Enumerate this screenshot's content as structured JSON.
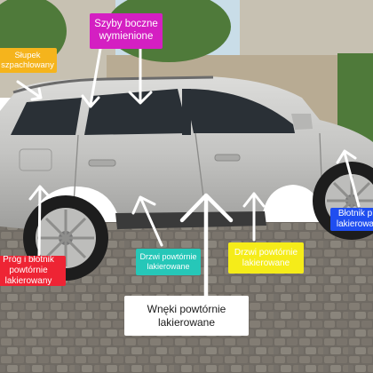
{
  "photo": {
    "subject": "silver-suv",
    "colors": {
      "sky": "#c9dde8",
      "building": "#c7c1b2",
      "wall": "#b8ab93",
      "foliage": "#4f7a3a",
      "car_body": "#c9c9c7",
      "glass": "#2a3036",
      "tire": "#1d1d1d",
      "cobblestone": "#6f6a63",
      "arrow": "#ffffff"
    }
  },
  "labels": {
    "szyby": {
      "text": "Szyby boczne\nwymienione",
      "bg": "#d41fc2",
      "fg": "#ffffff"
    },
    "slupek": {
      "text": "Słupek\nszpachlowany",
      "bg": "#f5b41c",
      "fg": "#ffffff"
    },
    "progl": {
      "text": "Próg i błotnik powtórnie\nlakierowany",
      "bg": "#ee2434",
      "fg": "#ffffff"
    },
    "drzwi_l": {
      "text": "Drzwi powtórnie\nlakierowane",
      "bg": "#26c7b8",
      "fg": "#ffffff"
    },
    "drzwi_y": {
      "text": "Drzwi powtórnie\nlakierowane",
      "bg": "#f5ec19",
      "fg": "#ffffff"
    },
    "wneki": {
      "text": "Wnęki powtórnie\nlakierowane",
      "bg": "#ffffff",
      "fg": "#1a1a1a"
    },
    "blotnik": {
      "text": "Błotnik p\nlakierowa",
      "bg": "#1f4ef0",
      "fg": "#ffffff"
    }
  }
}
